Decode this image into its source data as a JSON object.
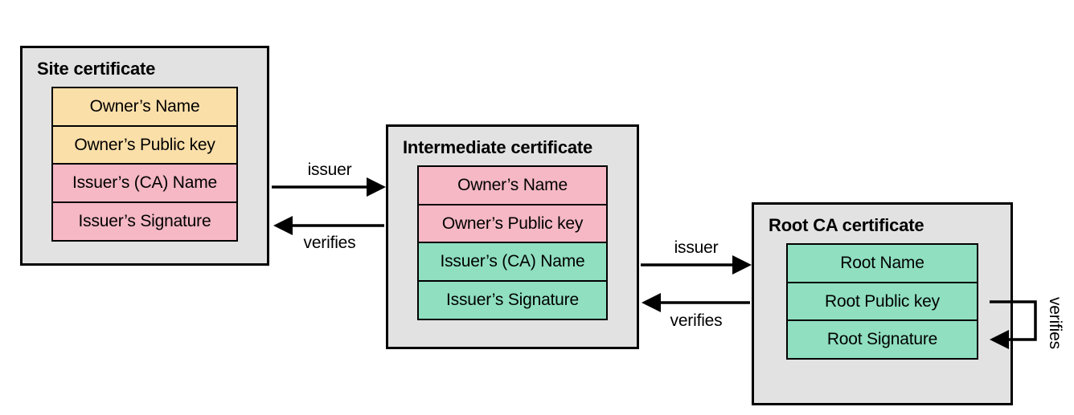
{
  "colors": {
    "page-bg": "#ffffff",
    "box-bg": "#e2e2e2",
    "row-yellow": "#fbdfa9",
    "row-pink": "#f5b8c4",
    "row-green": "#8fdfc0",
    "line": "#000000"
  },
  "boxes": [
    {
      "title": "Site certificate",
      "rows": [
        "Owner’s Name",
        "Owner’s Public key",
        "Issuer’s (CA) Name",
        "Issuer’s Signature"
      ]
    },
    {
      "title": "Intermediate certificate",
      "rows": [
        "Owner’s Name",
        "Owner’s Public key",
        "Issuer’s (CA) Name",
        "Issuer’s Signature"
      ]
    },
    {
      "title": "Root CA certificate",
      "rows": [
        "Root Name",
        "Root Public key",
        "Root Signature"
      ]
    }
  ],
  "arrows": [
    {
      "label": "issuer"
    },
    {
      "label": "verifies"
    },
    {
      "label": "issuer"
    },
    {
      "label": "verifies"
    },
    {
      "label": "verifies"
    }
  ]
}
